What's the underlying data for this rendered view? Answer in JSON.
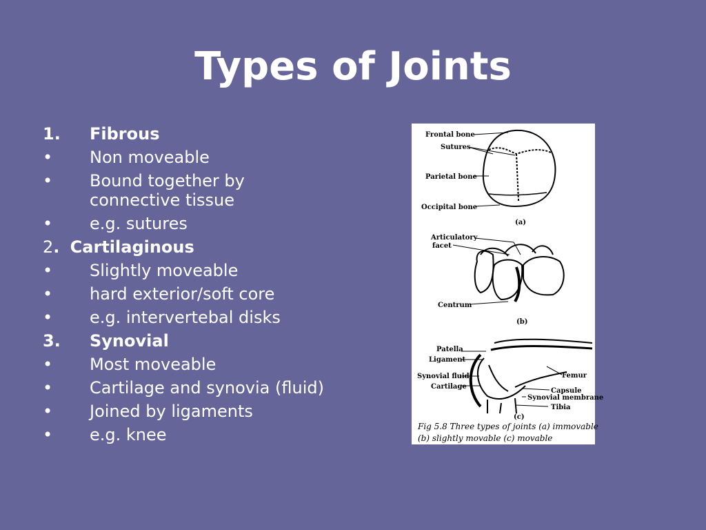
{
  "slide": {
    "title": "Types of Joints",
    "items": [
      {
        "marker": "1.",
        "text": "Fibrous",
        "heading": true
      },
      {
        "marker": "•",
        "text": "Non moveable"
      },
      {
        "marker": "•",
        "text": "Bound together by connective tissue"
      },
      {
        "marker": "•",
        "text": "e.g. sutures"
      },
      {
        "marker": "2",
        "marker_bold": ".",
        "text": "Cartilaginous",
        "heading": true,
        "inline": true
      },
      {
        "marker": "•",
        "text": "Slightly moveable"
      },
      {
        "marker": "•",
        "text": "hard exterior/soft core"
      },
      {
        "marker": "•",
        "text": "e.g. intervertebal disks"
      },
      {
        "marker": "3.",
        "text": "Synovial",
        "heading": true
      },
      {
        "marker": "•",
        "text": "Most moveable"
      },
      {
        "marker": "•",
        "text": "Cartilage and synovia (fluid)"
      },
      {
        "marker": "•",
        "text": "Joined by ligaments"
      },
      {
        "marker": "•",
        "text": "e.g. knee"
      }
    ]
  },
  "figure": {
    "labels_a": [
      "Frontal bone",
      "Sutures",
      "Parietal bone",
      "Occipital bone",
      "(a)"
    ],
    "labels_b": [
      "Articulatory",
      "facet",
      "Centrum",
      "(b)"
    ],
    "labels_c": [
      "Patella",
      "Ligament",
      "Synovial fluid",
      "Cartilage",
      "Femur",
      "Capsule",
      "Synovial membrane",
      "Tibia",
      "(c)"
    ],
    "caption_line1": "Fig 5.8 Three types of joints (a) immovable",
    "caption_line2": "(b) slightly movable (c) movable"
  }
}
